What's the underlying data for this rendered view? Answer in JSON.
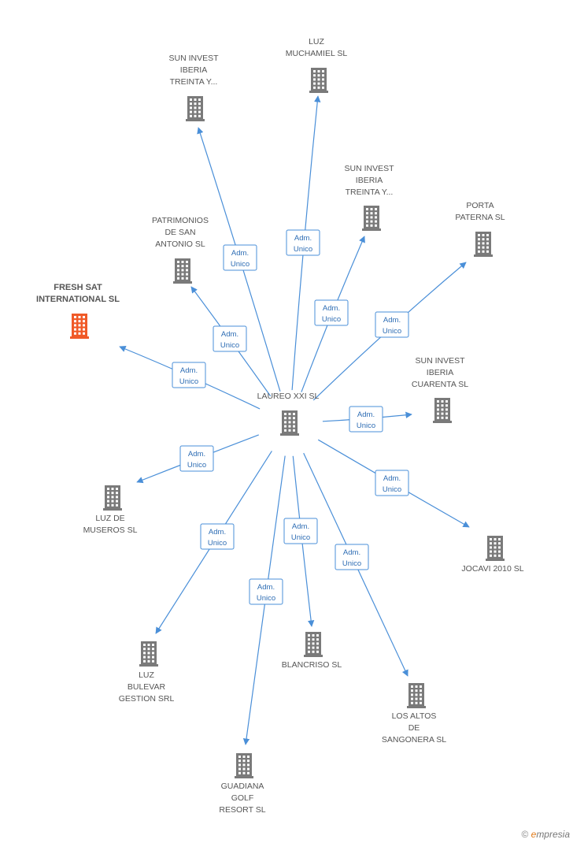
{
  "center": {
    "id": "center",
    "lines": [
      "LAUREO XXI  SL"
    ],
    "color": "#7a7a7a"
  },
  "nodes": [
    {
      "id": "sun1",
      "lines": [
        "SUN INVEST",
        "IBERIA",
        "TREINTA Y..."
      ],
      "color": "#7a7a7a"
    },
    {
      "id": "muchamiel",
      "lines": [
        "LUZ",
        "MUCHAMIEL SL"
      ],
      "color": "#7a7a7a"
    },
    {
      "id": "sun2",
      "lines": [
        "SUN INVEST",
        "IBERIA",
        "TREINTA Y..."
      ],
      "color": "#7a7a7a"
    },
    {
      "id": "porta",
      "lines": [
        "PORTA",
        "PATERNA SL"
      ],
      "color": "#7a7a7a"
    },
    {
      "id": "patrimonios",
      "lines": [
        "PATRIMONIOS",
        "DE SAN",
        "ANTONIO SL"
      ],
      "color": "#7a7a7a"
    },
    {
      "id": "fresh",
      "lines": [
        "FRESH SAT",
        "INTERNATIONAL SL"
      ],
      "color": "#f05a28",
      "highlight": true
    },
    {
      "id": "sun3",
      "lines": [
        "SUN INVEST",
        "IBERIA",
        "CUARENTA SL"
      ],
      "color": "#7a7a7a"
    },
    {
      "id": "museros",
      "lines": [
        "LUZ DE",
        "MUSEROS SL"
      ],
      "color": "#7a7a7a"
    },
    {
      "id": "jocavi",
      "lines": [
        "JOCAVI 2010 SL"
      ],
      "color": "#7a7a7a"
    },
    {
      "id": "bulevar",
      "lines": [
        "LUZ",
        "BULEVAR",
        "GESTION SRL"
      ],
      "color": "#7a7a7a"
    },
    {
      "id": "blancriso",
      "lines": [
        "BLANCRISO SL"
      ],
      "color": "#7a7a7a"
    },
    {
      "id": "altos",
      "lines": [
        "LOS ALTOS",
        "DE",
        "SANGONERA SL"
      ],
      "color": "#7a7a7a"
    },
    {
      "id": "guadiana",
      "lines": [
        "GUADIANA",
        "GOLF",
        "RESORT SL"
      ],
      "color": "#7a7a7a"
    }
  ],
  "edges": [
    {
      "target": "sun1",
      "label": [
        "Adm.",
        "Unico"
      ]
    },
    {
      "target": "muchamiel",
      "label": [
        "Adm.",
        "Unico"
      ]
    },
    {
      "target": "sun2",
      "label": [
        "Adm.",
        "Unico"
      ]
    },
    {
      "target": "porta",
      "label": [
        "Adm.",
        "Unico"
      ]
    },
    {
      "target": "patrimonios",
      "label": [
        "Adm.",
        "Unico"
      ]
    },
    {
      "target": "fresh",
      "label": [
        "Adm.",
        "Unico"
      ]
    },
    {
      "target": "sun3",
      "label": [
        "Adm.",
        "Unico"
      ]
    },
    {
      "target": "museros",
      "label": [
        "Adm.",
        "Unico"
      ]
    },
    {
      "target": "jocavi",
      "label": [
        "Adm.",
        "Unico"
      ]
    },
    {
      "target": "bulevar",
      "label": [
        "Adm.",
        "Unico"
      ]
    },
    {
      "target": "blancriso",
      "label": [
        "Adm.",
        "Unico"
      ]
    },
    {
      "target": "altos",
      "label": [
        "Adm.",
        "Unico"
      ]
    },
    {
      "target": "guadiana",
      "label": [
        "Adm.",
        "Unico"
      ]
    }
  ],
  "footer": {
    "copyright": "©",
    "brand_first": "e",
    "brand_rest": "mpresia"
  }
}
